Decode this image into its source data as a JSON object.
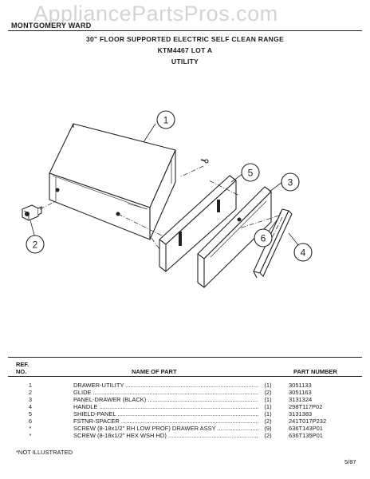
{
  "header": {
    "brand": "MONTGOMERY WARD",
    "title": "30\" FLOOR SUPPORTED ELECTRIC SELF CLEAN RANGE",
    "model": "KTM4467 LOT A",
    "section": "UTILITY"
  },
  "watermark": "AppliancePartsPros.com",
  "callouts": [
    "1",
    "2",
    "3",
    "4",
    "5",
    "6"
  ],
  "table": {
    "col_ref_line1": "REF.",
    "col_ref_line2": "NO.",
    "col_name": "NAME OF PART",
    "col_part": "PART NUMBER",
    "rows": [
      {
        "ref": "1",
        "name": "DRAWER-UTILITY",
        "qty": "(1)",
        "part": "3051133"
      },
      {
        "ref": "2",
        "name": "GLIDE",
        "qty": "(2)",
        "part": "3051163"
      },
      {
        "ref": "3",
        "name": "PANEL-DRAWER (BLACK)",
        "qty": "(1)",
        "part": "3131324"
      },
      {
        "ref": "4",
        "name": "HANDLE",
        "qty": "(1)",
        "part": "298T117P02"
      },
      {
        "ref": "5",
        "name": "SHIELD-PANEL",
        "qty": "(1)",
        "part": "3131383"
      },
      {
        "ref": "6",
        "name": "FSTNR-SPACER",
        "qty": "(2)",
        "part": "241T017P232"
      },
      {
        "ref": "*",
        "name": "SCREW (8-18x1/2\" RH LOW PROF) DRAWER ASSY",
        "qty": "(9)",
        "part": "636T143P01"
      },
      {
        "ref": "*",
        "name": "SCREW (8-18x1/2\" HEX WSH HD)",
        "qty": "(2)",
        "part": "636T135P01"
      }
    ]
  },
  "footnote": "*NOT ILLUSTRATED",
  "date": "5/87"
}
